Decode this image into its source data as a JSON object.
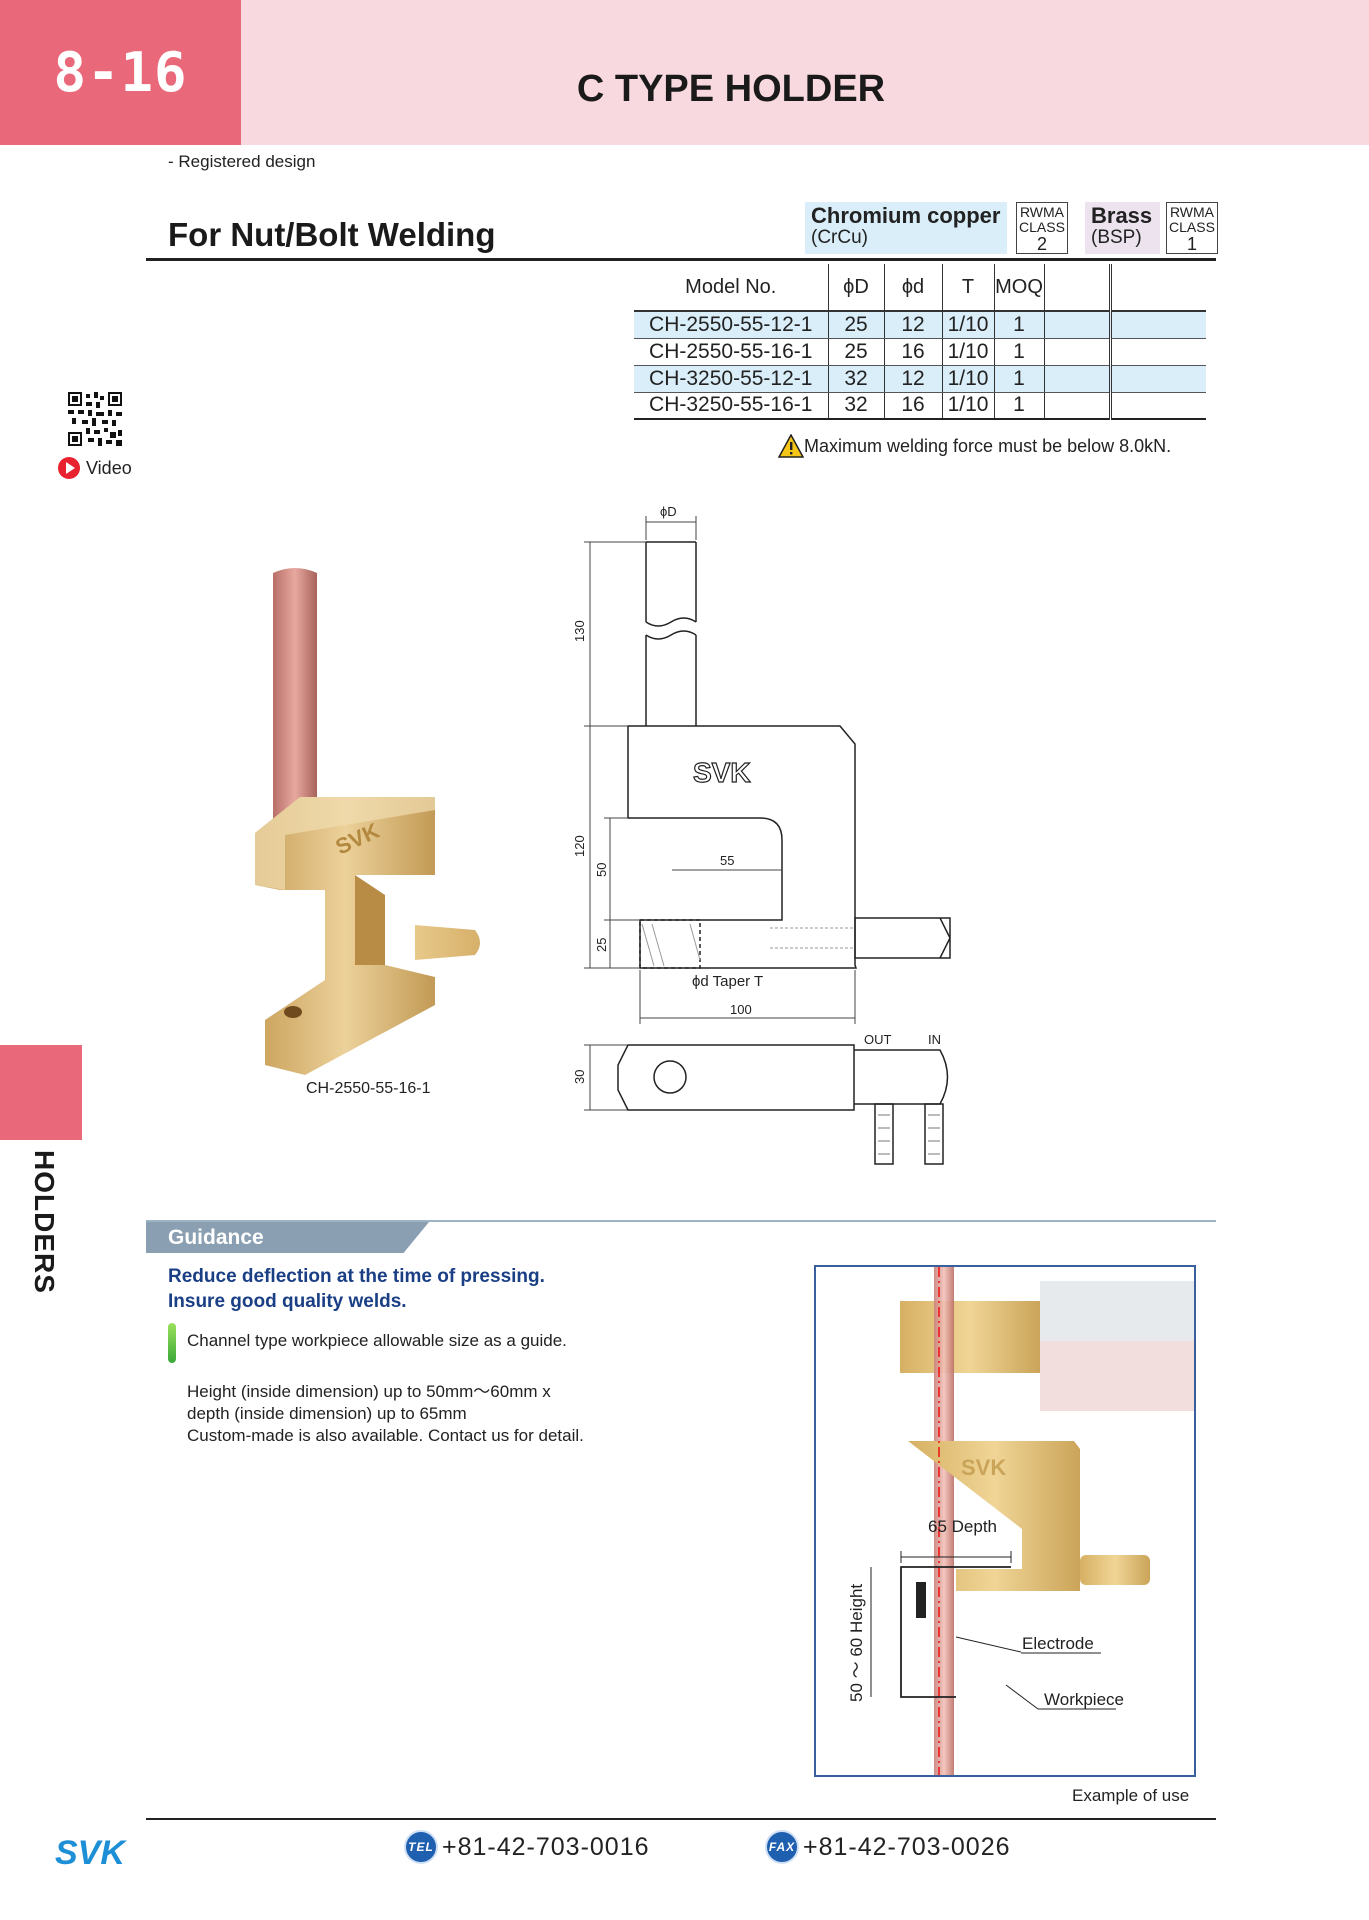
{
  "header": {
    "page_number": "8-16",
    "title": "C TYPE HOLDER"
  },
  "registered": "- Registered design",
  "section_title": "For Nut/Bolt Welding",
  "materials": [
    {
      "name": "Chromium copper",
      "code": "(CrCu)",
      "rwma_label": "RWMA",
      "class_label": "CLASS",
      "class_value": "2"
    },
    {
      "name": "Brass",
      "code": "(BSP)",
      "rwma_label": "RWMA",
      "class_label": "CLASS",
      "class_value": "1"
    }
  ],
  "table": {
    "headers": [
      "Model No.",
      "ϕD",
      "ϕd",
      "T",
      "MOQ"
    ],
    "rows": [
      [
        "CH-2550-55-12-1",
        "25",
        "12",
        "1/10",
        "1"
      ],
      [
        "CH-2550-55-16-1",
        "25",
        "16",
        "1/10",
        "1"
      ],
      [
        "CH-3250-55-12-1",
        "32",
        "12",
        "1/10",
        "1"
      ],
      [
        "CH-3250-55-16-1",
        "32",
        "16",
        "1/10",
        "1"
      ]
    ]
  },
  "warning": "Maximum welding force must be below 8.0kN.",
  "video_label": "Video",
  "photo_caption": "CH-2550-55-16-1",
  "drawing": {
    "phiD": "ϕD",
    "dim_130": "130",
    "dim_120": "120",
    "dim_50": "50",
    "dim_25": "25",
    "dim_55": "55",
    "taper": "ϕd Taper T",
    "dim_100": "100",
    "dim_30": "30",
    "out": "OUT",
    "in": "IN",
    "logo": "SVK"
  },
  "side_label": "HOLDERS",
  "guidance": {
    "tab": "Guidance",
    "heading": [
      "Reduce deflection at the time of pressing.",
      "Insure good quality welds."
    ],
    "bullet": "Channel type workpiece allowable size as a guide.",
    "body": [
      "Height (inside dimension) up to 50mm〜60mm x",
      "depth (inside dimension) up to 65mm",
      "Custom-made is also available. Contact us for detail."
    ]
  },
  "example": {
    "depth": "65 Depth",
    "height": "50 ～ 60 Height",
    "electrode": "Electrode",
    "workpiece": "Workpiece",
    "caption": "Example of use",
    "logo": "SVK"
  },
  "footer": {
    "logo": "SVK",
    "tel_badge": "TEL",
    "tel": "+81-42-703-0016",
    "fax_badge": "FAX",
    "fax": "+81-42-703-0026"
  },
  "colors": {
    "header_pink": "#f8d9df",
    "accent_red": "#e9697a",
    "guidance_blue": "#1a3f85",
    "table_blue": "#d9eef8"
  }
}
